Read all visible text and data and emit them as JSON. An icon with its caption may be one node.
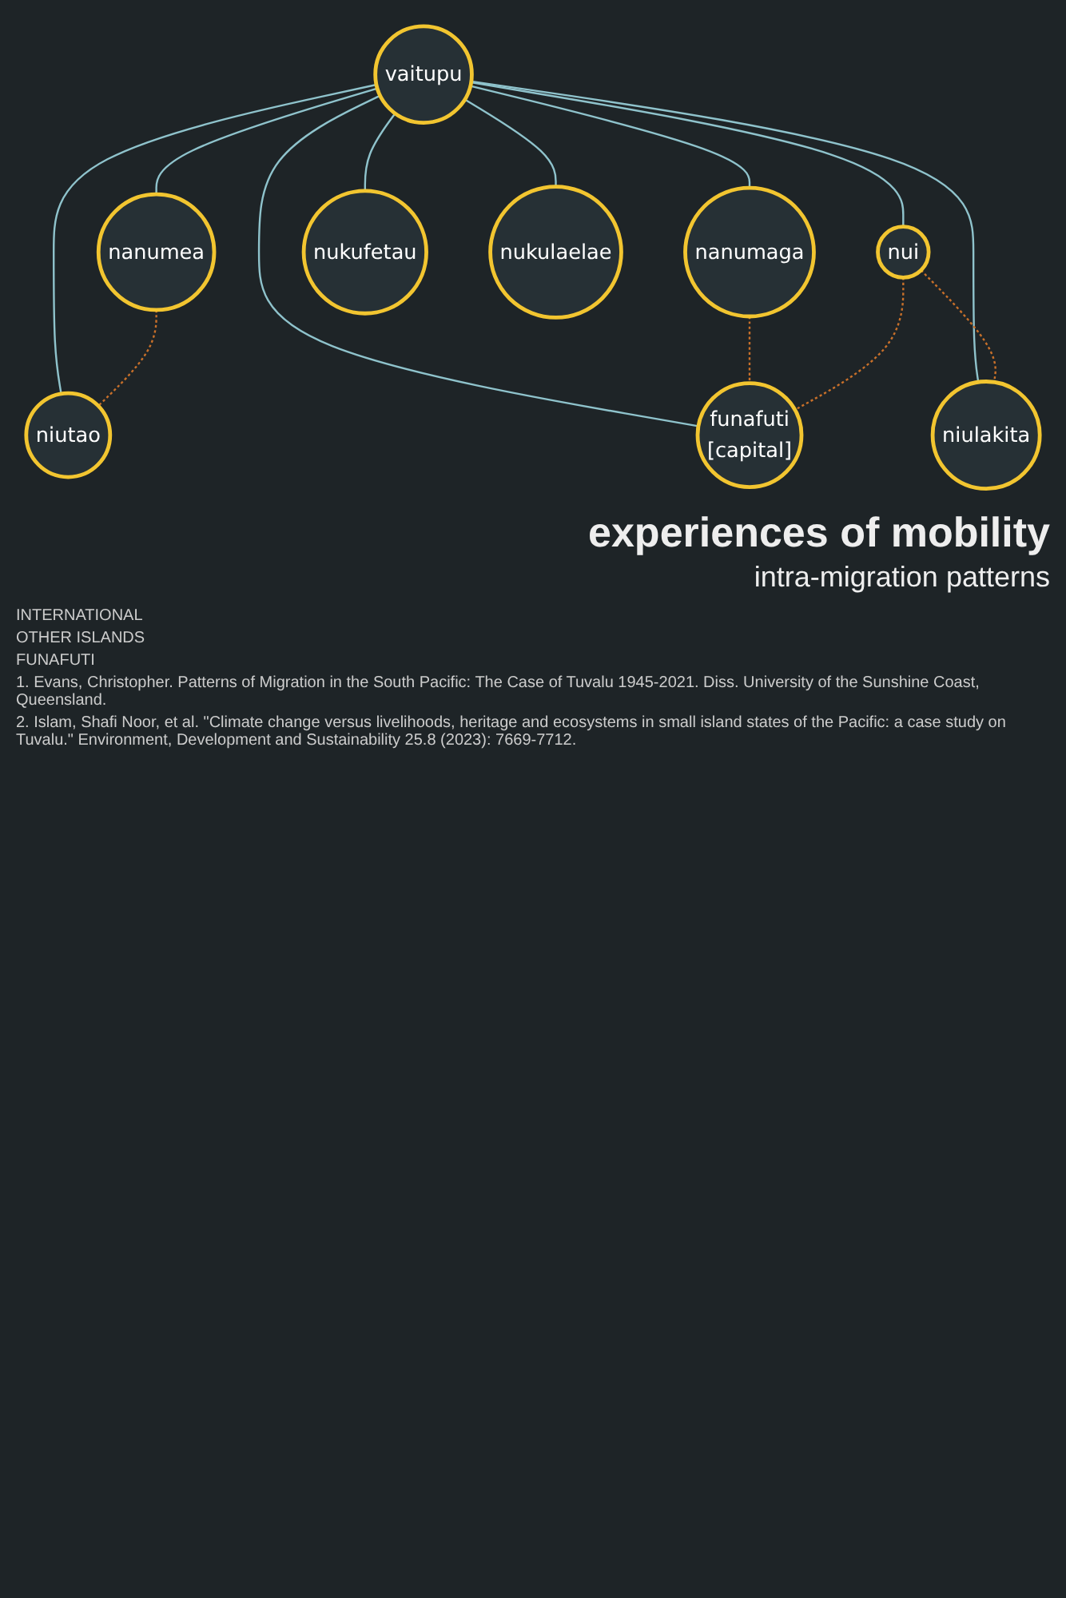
{
  "diagram": {
    "title": "experiences of mobility",
    "caption": "intra-migration patterns",
    "nodes": [
      {
        "text": [
          "nanumea"
        ]
      },
      {
        "text": [
          "niutao"
        ]
      },
      {
        "text": [
          "vaitupu"
        ]
      },
      {
        "text": [
          "nanumaga"
        ]
      },
      {
        "text": [
          "nui"
        ]
      },
      {
        "text": [
          "nukufetau"
        ]
      },
      {
        "text": [
          "funafuti",
          "[capital]"
        ]
      },
      {
        "text": [
          "nukulaelae"
        ]
      },
      {
        "text": [
          "niulakita"
        ]
      }
    ],
    "edges": [
      {
        "from": 2,
        "to": 0,
        "arrow": "none"
      },
      {
        "from": 2,
        "to": 1,
        "arrow": "none"
      },
      {
        "from": 2,
        "to": 3,
        "arrow": "none"
      },
      {
        "from": 2,
        "to": 4,
        "arrow": "none"
      },
      {
        "from": 2,
        "to": 5,
        "arrow": "none"
      },
      {
        "from": 2,
        "to": 6,
        "arrow": "none"
      },
      {
        "from": 2,
        "to": 8,
        "arrow": "none"
      },
      {
        "from": 2,
        "to": 7,
        "arrow": "none"
      },
      {
        "from": 0,
        "to": 1,
        "arrow": "none",
        "style": "dashed",
        "color": "#c8702a"
      },
      {
        "from": 3,
        "to": 6,
        "arrow": "none",
        "style": "dashed",
        "color": "#c8702a"
      },
      {
        "from": 4,
        "to": 6,
        "arrow": "none",
        "style": "dashed",
        "color": "#c8702a"
      },
      {
        "from": 4,
        "to": 8,
        "arrow": "none",
        "style": "dashed",
        "color": "#c8702a"
      }
    ],
    "labels": [
      "INTERNATIONAL",
      "OTHER ISLANDS",
      "FUNAFUTI",
      "1. Evans, Christopher. Patterns of Migration in the South Pacific: The Case of Tuvalu 1945-2021. Diss. University of the Sunshine Coast, Queensland.",
      "2. Islam, Shafi Noor, et al. \"Climate change versus livelihoods, heritage and ecosystems in small island states of the Pacific: a case study on Tuvalu.\" Environment, Development and Sustainability 25.8 (2023): 7669-7712."
    ]
  }
}
